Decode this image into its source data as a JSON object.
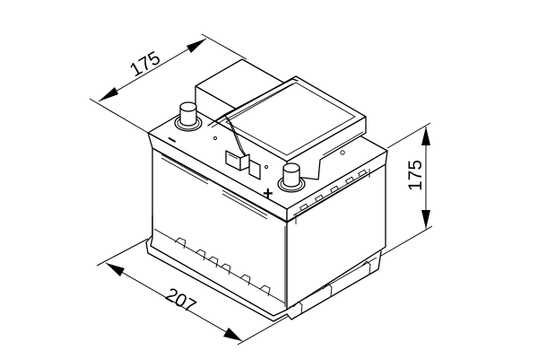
{
  "drawing": {
    "subject": "car battery isometric line drawing",
    "dimensions": {
      "depth": {
        "value": "175",
        "label_position": "top-left"
      },
      "height": {
        "value": "175",
        "label_position": "right"
      },
      "length": {
        "value": "207",
        "label_position": "bottom-left"
      }
    },
    "terminals": {
      "negative_symbol": "−",
      "positive_symbol": "+"
    },
    "colors": {
      "line": "#000000",
      "background": "#ffffff"
    }
  }
}
